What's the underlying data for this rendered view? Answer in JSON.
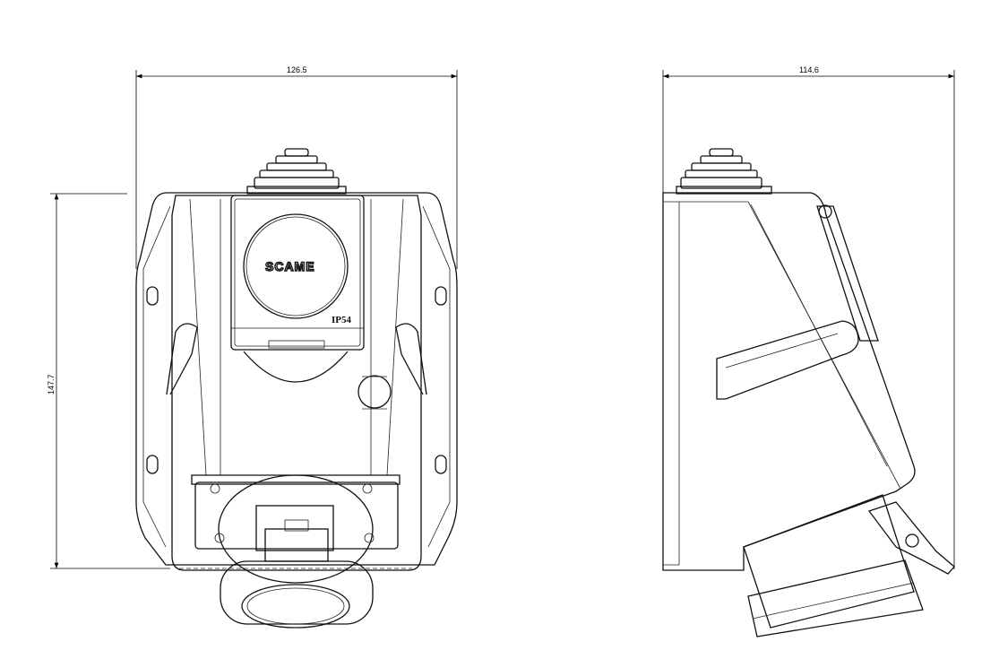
{
  "dimensions": {
    "front_width": "126.5",
    "front_height": "147.7",
    "side_depth": "114.6"
  },
  "labels": {
    "brand": "SCAME",
    "ip_rating": "IP54"
  }
}
